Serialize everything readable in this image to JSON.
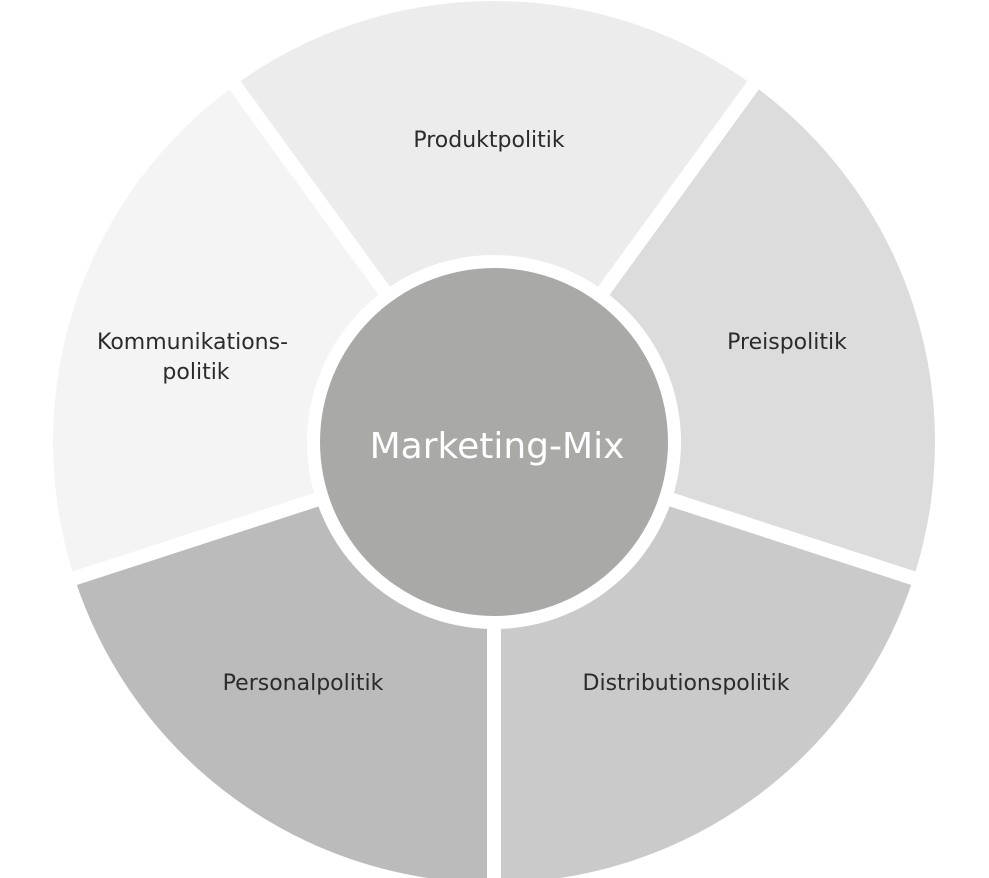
{
  "center": {
    "label": "Marketing-Mix",
    "color": "#a9a9a8"
  },
  "segments": [
    {
      "key": "produkt",
      "lines": [
        "Produktpolitik"
      ],
      "color": "#ececec"
    },
    {
      "key": "preis",
      "lines": [
        "Preispolitik"
      ],
      "color": "#dcdcdc"
    },
    {
      "key": "distribution",
      "lines": [
        "Distributionspolitik"
      ],
      "color": "#cacaca"
    },
    {
      "key": "personal",
      "lines": [
        "Personalpolitik"
      ],
      "color": "#bbbbbb"
    },
    {
      "key": "kommunikation",
      "lines": [
        "Kommunikations-",
        "politik"
      ],
      "color": "#f4f4f4"
    }
  ]
}
